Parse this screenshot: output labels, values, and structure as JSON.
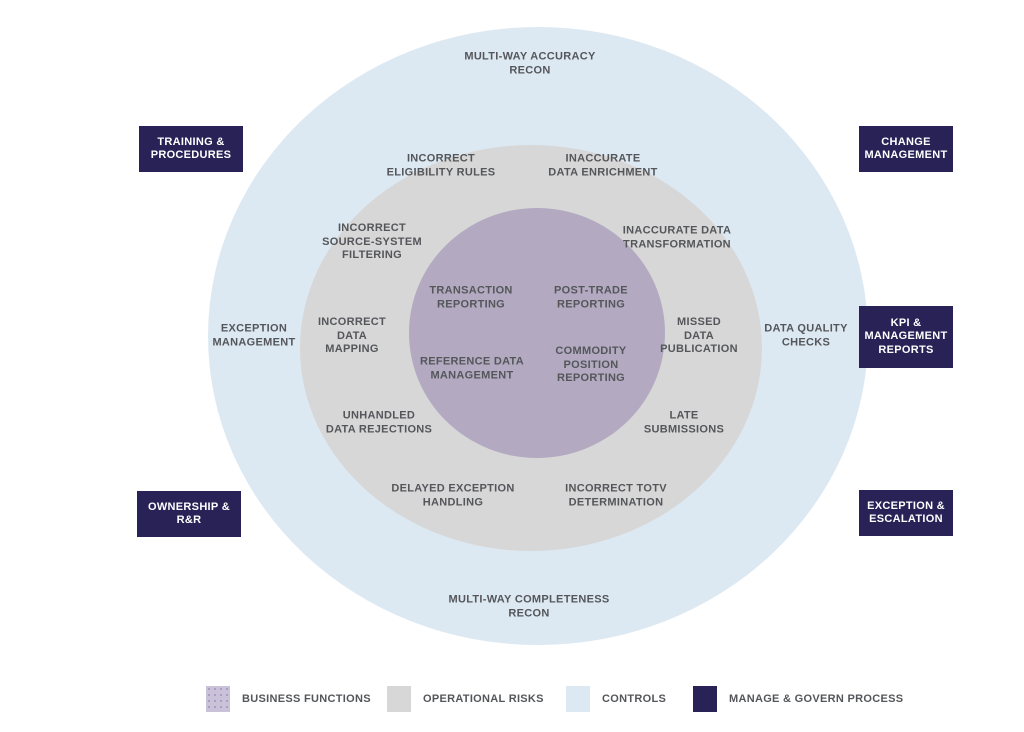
{
  "colors": {
    "business_functions": "#b3aac2",
    "business_functions_legend": "#cac2d8",
    "operational_risks": "#d8d7d7",
    "controls": "#dde9f2",
    "manage_govern": "#282257",
    "label_text": "#54565a"
  },
  "diagram": {
    "center_circle": {
      "name": "BUSINESS FUNCTIONS",
      "items": [
        {
          "label": "TRANSACTION\nREPORTING"
        },
        {
          "label": "POST-TRADE\nREPORTING"
        },
        {
          "label": "REFERENCE DATA\nMANAGEMENT"
        },
        {
          "label": "COMMODITY\nPOSITION\nREPORTING"
        }
      ]
    },
    "middle_ring": {
      "name": "OPERATIONAL RISKS",
      "items": [
        {
          "label": "INCORRECT\nELIGIBILITY RULES"
        },
        {
          "label": "INACCURATE\nDATA ENRICHMENT"
        },
        {
          "label": "INCORRECT\nSOURCE-SYSTEM\nFILTERING"
        },
        {
          "label": "INACCURATE DATA\nTRANSFORMATION"
        },
        {
          "label": "INCORRECT\nDATA\nMAPPING"
        },
        {
          "label": "MISSED\nDATA\nPUBLICATION"
        },
        {
          "label": "UNHANDLED\nDATA REJECTIONS"
        },
        {
          "label": "LATE\nSUBMISSIONS"
        },
        {
          "label": "DELAYED EXCEPTION\nHANDLING"
        },
        {
          "label": "INCORRECT TOTV\nDETERMINATION"
        }
      ]
    },
    "outer_ring": {
      "name": "CONTROLS",
      "items": [
        {
          "label": "MULTI-WAY ACCURACY\nRECON"
        },
        {
          "label": "EXCEPTION\nMANAGEMENT"
        },
        {
          "label": "DATA QUALITY\nCHECKS"
        },
        {
          "label": "MULTI-WAY COMPLETENESS\nRECON"
        }
      ]
    },
    "govern_boxes": {
      "name": "MANAGE & GOVERN PROCESS",
      "items": [
        {
          "label": "TRAINING &\nPROCEDURES"
        },
        {
          "label": "CHANGE\nMANAGEMENT"
        },
        {
          "label": "KPI &\nMANAGEMENT\nREPORTS"
        },
        {
          "label": "OWNERSHIP &\nR&R"
        },
        {
          "label": "EXCEPTION &\nESCALATION"
        }
      ]
    }
  },
  "legend": {
    "items": [
      {
        "label": "BUSINESS FUNCTIONS",
        "color": "#cac2d8"
      },
      {
        "label": "OPERATIONAL RISKS",
        "color": "#d8d7d7"
      },
      {
        "label": "CONTROLS",
        "color": "#dde9f2"
      },
      {
        "label": "MANAGE & GOVERN PROCESS",
        "color": "#282257"
      }
    ]
  }
}
